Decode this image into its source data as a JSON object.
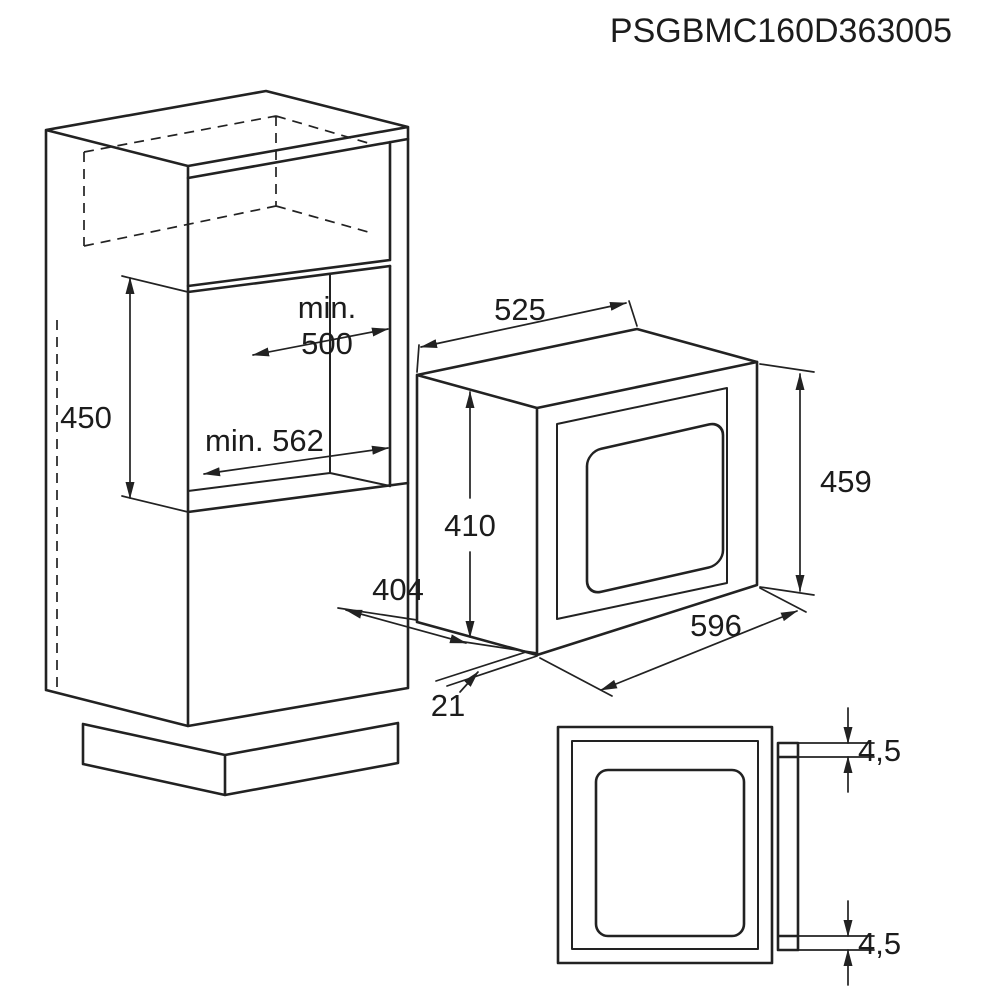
{
  "title": "PSGBMC160D363005",
  "colors": {
    "line": "#222222",
    "background": "#ffffff"
  },
  "drawing": {
    "kind": "built-in microwave oven installation dimension drawing",
    "niche": {
      "height": "450",
      "depth_min_word": "min.",
      "depth_min_value": "500",
      "width_min": "min. 562"
    },
    "appliance": {
      "body_width": "525",
      "body_height": "410",
      "body_depth": "404",
      "frame_width": "596",
      "frame_height": "459",
      "frame_protrusion": "21"
    },
    "front_detail": {
      "overlap_top": "4,5",
      "overlap_bottom": "4,5"
    }
  }
}
